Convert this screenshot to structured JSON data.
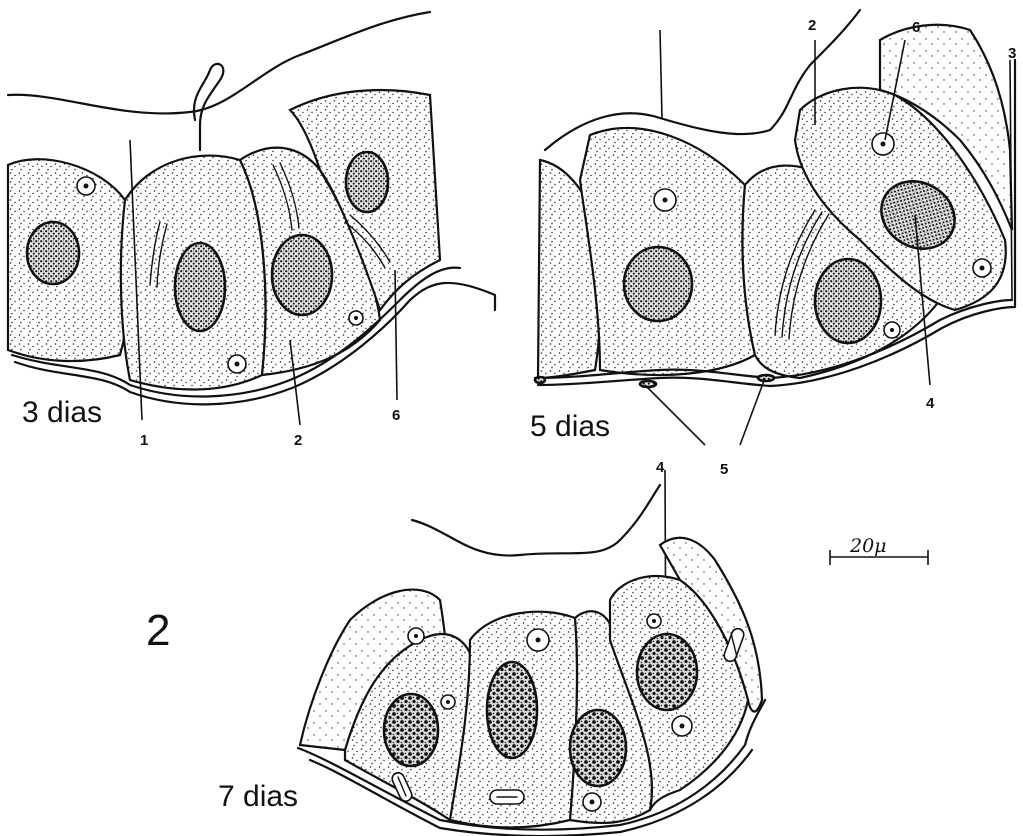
{
  "figure": {
    "number": "2",
    "scale_bar": "20μ",
    "panels": [
      {
        "id": "d3",
        "caption": "3 dias",
        "labels": [
          "1",
          "2",
          "6"
        ]
      },
      {
        "id": "d5",
        "caption": "5 dias",
        "labels": [
          "2",
          "6",
          "3",
          "4",
          "5"
        ]
      },
      {
        "id": "d7",
        "caption": "7 dias",
        "labels": [
          "4"
        ]
      }
    ]
  }
}
